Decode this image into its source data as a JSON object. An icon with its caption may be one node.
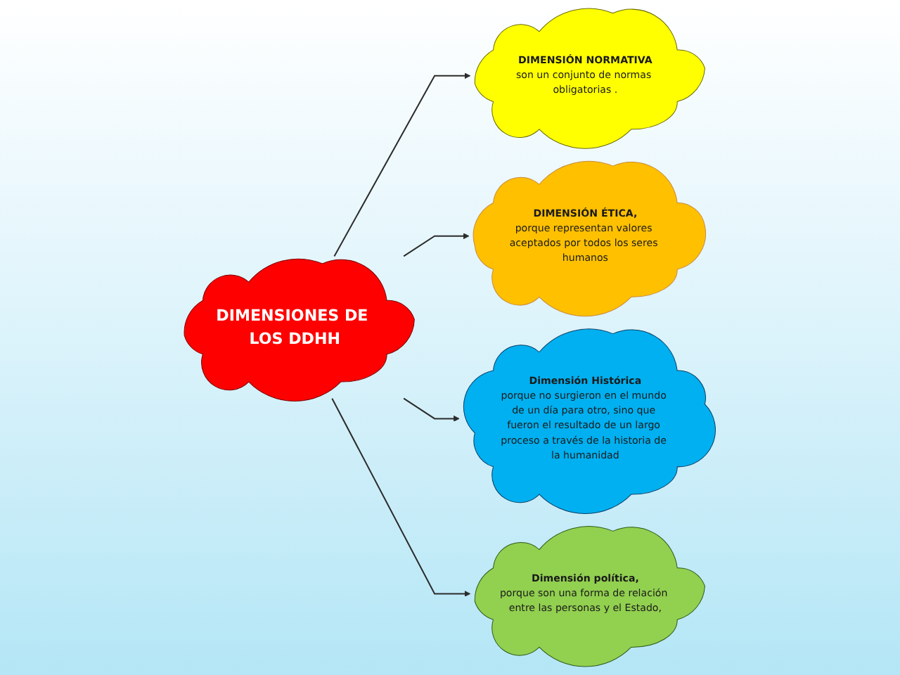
{
  "diagram": {
    "nodes": [
      {
        "text": [
          "DIMENSIÓN NORMATIVA",
          "son un conjunto de normas obligatorias ."
        ]
      },
      {
        "text": [
          "DIMENSIÓN ÉTICA,",
          "porque representan valores aceptados por todos los seres humanos"
        ]
      },
      {
        "text": [
          "DIMENSIONES DE LOS DDHH"
        ]
      },
      {
        "text": [
          "Dimensión Histórica",
          "porque no surgieron en el mundo de un día para otro, sino que fueron el resultado de un largo proceso a través de la historia de la humanidad"
        ]
      },
      {
        "text": [
          "Dimensión política,",
          "porque son una forma de relación entre las personas y el Estado,"
        ]
      }
    ],
    "edges": [
      {
        "from": 2,
        "to": 0,
        "arrow": "to"
      },
      {
        "from": 2,
        "to": 1,
        "arrow": "to"
      },
      {
        "from": 2,
        "to": 3,
        "arrow": "to"
      },
      {
        "from": 2,
        "to": 4,
        "arrow": "to"
      }
    ]
  }
}
